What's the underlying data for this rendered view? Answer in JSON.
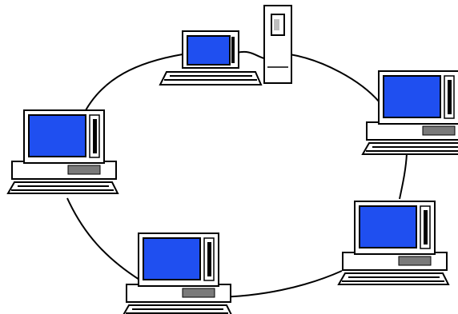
{
  "diagram": {
    "topology": "ring",
    "colors": {
      "background": "#ffffff",
      "line": "#000000",
      "screen": "#1f4ff0",
      "panel": "#ffffff",
      "drive_slot": "#7a7a7a",
      "server_window": "#bdbdbd"
    },
    "nodes": [
      {
        "id": "top-workstation",
        "icon": "monitor-keyboard-icon"
      },
      {
        "id": "server",
        "icon": "tower-server-icon"
      },
      {
        "id": "right-workstation",
        "icon": "desktop-computer-icon"
      },
      {
        "id": "lower-right-workstation",
        "icon": "desktop-computer-icon"
      },
      {
        "id": "bottom-workstation",
        "icon": "desktop-computer-icon"
      },
      {
        "id": "left-workstation",
        "icon": "desktop-computer-icon"
      }
    ]
  }
}
